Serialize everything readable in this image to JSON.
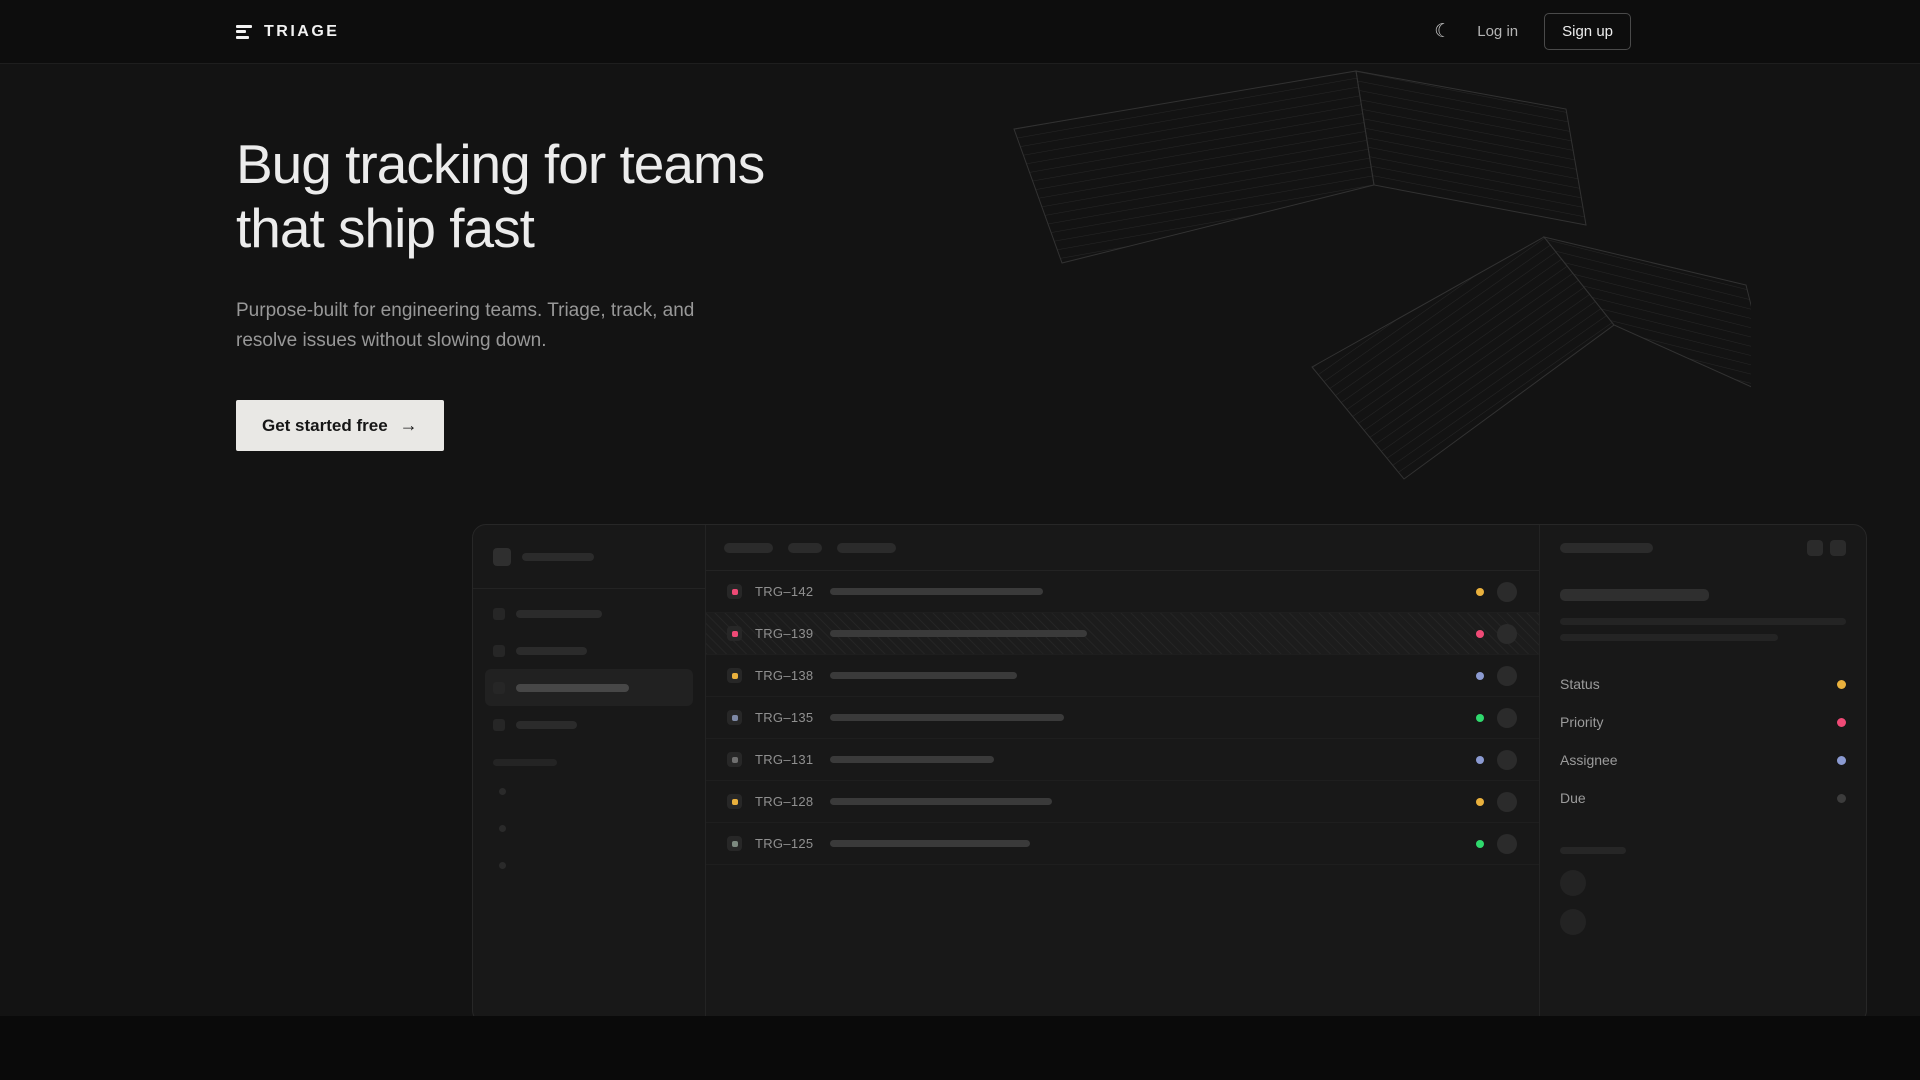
{
  "navbar": {
    "brand": "TRIAGE",
    "theme_icon_glyph": "☾",
    "login_label": "Log in",
    "signup_label": "Sign up"
  },
  "hero": {
    "title_line1": "Bug tracking for teams",
    "title_line2": "that ship fast",
    "subtitle_line1": "Purpose-built for engineering teams. Triage, track, and",
    "subtitle_line2": "resolve issues without slowing down.",
    "cta_label": "Get started free",
    "cta_arrow_glyph": "→"
  },
  "mockup": {
    "issues": [
      {
        "id": "TRG–142",
        "icon_color": "#ef4a76",
        "status_color": "#eab13d",
        "title_width": 213,
        "selected": false
      },
      {
        "id": "TRG–139",
        "icon_color": "#ef4a76",
        "status_color": "#ef4a76",
        "title_width": 257,
        "selected": true
      },
      {
        "id": "TRG–138",
        "icon_color": "#eab13d",
        "status_color": "#8b9ad1",
        "title_width": 187,
        "selected": false
      },
      {
        "id": "TRG–135",
        "icon_color": "#7e89a6",
        "status_color": "#2fd96d",
        "title_width": 234,
        "selected": false
      },
      {
        "id": "TRG–131",
        "icon_color": "#6f6f6f",
        "status_color": "#8b9ad1",
        "title_width": 164,
        "selected": false
      },
      {
        "id": "TRG–128",
        "icon_color": "#eab13d",
        "status_color": "#eab13d",
        "title_width": 222,
        "selected": false
      },
      {
        "id": "TRG–125",
        "icon_color": "#7d8a80",
        "status_color": "#2fd96d",
        "title_width": 200,
        "selected": false
      }
    ],
    "detail_fields": [
      {
        "label": "Status",
        "color": "#eab13d"
      },
      {
        "label": "Priority",
        "color": "#ef4a76"
      },
      {
        "label": "Assignee",
        "color": "#8b9ad1"
      },
      {
        "label": "Due",
        "color": "#3c3c3c"
      }
    ]
  }
}
